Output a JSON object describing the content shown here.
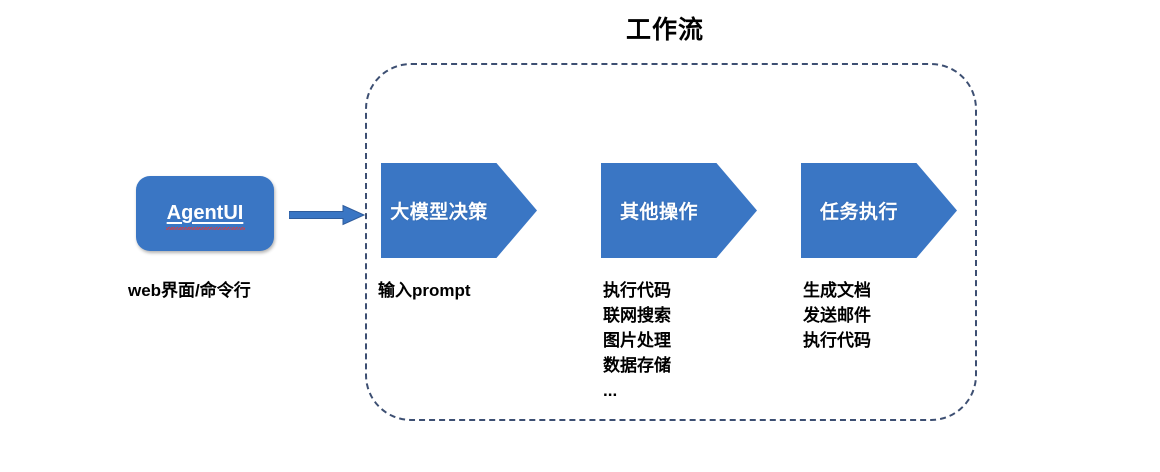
{
  "diagram": {
    "title": "工作流",
    "accent_color": "#3a76c4",
    "container_border_color": "#3d4f72",
    "spellcheck_color": "#e03a3a",
    "text_color": "#000000"
  },
  "entry": {
    "label": "AgentUI",
    "caption": [
      "web界面/命令行"
    ]
  },
  "connector": {
    "icon": "right-arrow-icon"
  },
  "steps": [
    {
      "label": "大模型决策",
      "caption": [
        "输入prompt"
      ]
    },
    {
      "label": "其他操作",
      "caption": [
        "执行代码",
        "联网搜索",
        "图片处理",
        "数据存储",
        "..."
      ]
    },
    {
      "label": "任务执行",
      "caption": [
        "生成文档",
        "发送邮件",
        "执行代码"
      ]
    }
  ]
}
